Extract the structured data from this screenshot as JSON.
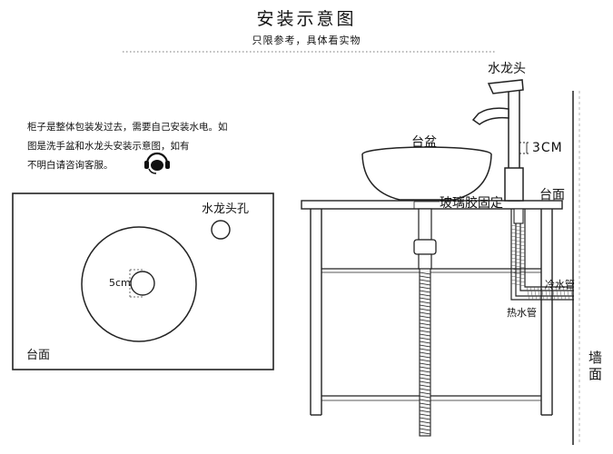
{
  "header": {
    "title": "安装示意图",
    "subtitle": "只限参考，具体看实物"
  },
  "notes": [
    "柜子是整体包装发过去，需要自己安装水电。如",
    "图是洗手盆和水龙头安装示意图，如有",
    "不明白请咨询客服。"
  ],
  "plan_view": {
    "faucet_hole_label": "水龙头孔",
    "drain_size_label": "5cm",
    "countertop_label": "台面"
  },
  "side_view": {
    "faucet_label": "水龙头",
    "basin_label": "台盆",
    "height_label": "3CM",
    "countertop_label": "台面",
    "glue_label": "玻璃胶固定",
    "cold_pipe_label": "冷水管",
    "hot_pipe_label": "热水管",
    "wall_label": "墙面"
  },
  "icons": {
    "support": "headset-icon"
  }
}
